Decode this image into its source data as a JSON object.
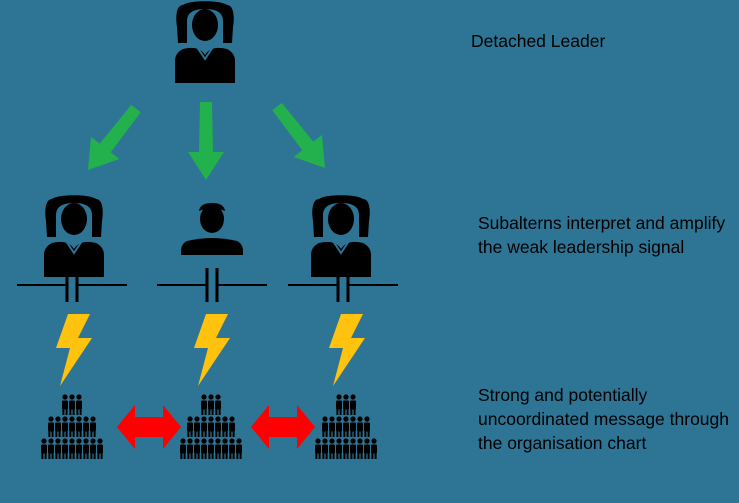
{
  "captions": {
    "leader": "Detached Leader",
    "subalterns": "Subalterns interpret and amplify the weak leadership signal",
    "message": "Strong and potentially uncoordinated message through the organisation chart"
  },
  "colors": {
    "background": "#2e7494",
    "arrow_green": "#22b14c",
    "bolt_yellow": "#ffc20e",
    "arrow_red": "#ff0000",
    "figure": "#000000"
  },
  "icons": {
    "leader": "woman-icon",
    "subalterns": [
      "woman-icon",
      "man-icon",
      "woman-icon"
    ],
    "capacitor": "capacitor-symbol-icon",
    "bolt": "lightning-bolt-icon",
    "crowd": "people-pyramid-icon",
    "exchange": "double-arrow-icon"
  }
}
